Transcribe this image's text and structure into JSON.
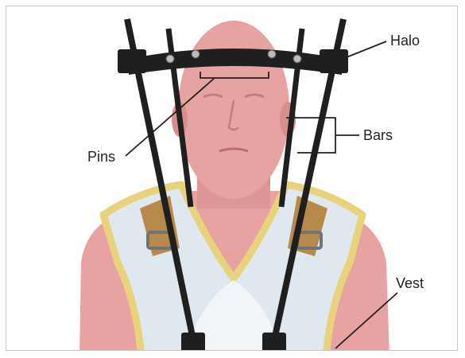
{
  "labels": {
    "halo": "Halo",
    "bars": "Bars",
    "pins": "Pins",
    "vest": "Vest"
  },
  "colors": {
    "skin": "#e7a3a2",
    "skin_shadow": "#d98e8e",
    "vest_fill": "#dfe7ef",
    "vest_trim": "#e8d27a",
    "strap": "#b78a4a",
    "hardware": "#1f1f1f",
    "pin_metal": "#b9bcc0",
    "leader_line": "#222222"
  },
  "icons": {
    "halo_ring": "halo-ring-icon",
    "support_bar": "support-bar-icon",
    "skull_pin": "skull-pin-icon",
    "vest": "vest-icon"
  }
}
